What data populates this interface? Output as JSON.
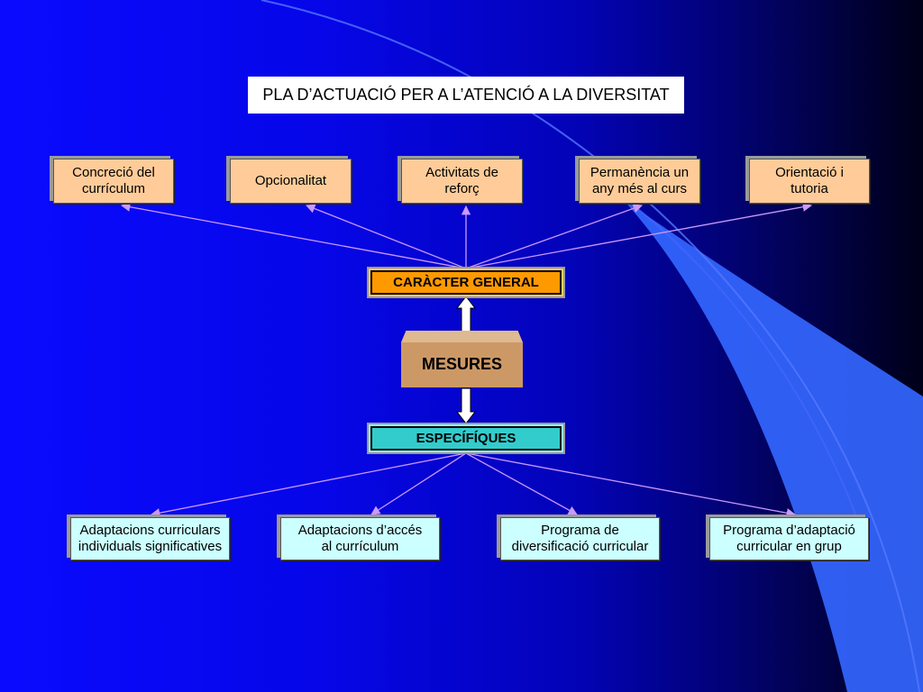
{
  "title": "PLA D’ACTUACIÓ PER A L’ATENCIÓ A LA DIVERSITAT",
  "center": {
    "general": "CARÀCTER GENERAL",
    "mesures": "MESURES",
    "especifiques": "ESPECÍFÍQUES"
  },
  "general_items": [
    {
      "line1": "Concreció del",
      "line2": "currículum"
    },
    {
      "line1": "Opcionalitat",
      "line2": ""
    },
    {
      "line1": "Activitats de",
      "line2": "reforç"
    },
    {
      "line1": "Permanència un",
      "line2": "any més al curs"
    },
    {
      "line1": "Orientació i",
      "line2": "tutoria"
    }
  ],
  "specific_items": [
    {
      "line1": "Adaptacions curriculars",
      "line2": "individuals significatives"
    },
    {
      "line1": "Adaptacions d’accés",
      "line2": "al currículum"
    },
    {
      "line1": "Programa de",
      "line2": "diversificació curricular"
    },
    {
      "line1": "Programa d’adaptació",
      "line2": "curricular en grup"
    }
  ],
  "colors": {
    "general_box": "#ffcc99",
    "specific_box": "#ccffff",
    "general_label": "#ff9900",
    "specific_label": "#33cccc",
    "mesures": "#cc9966",
    "connector": "#cc99ff"
  }
}
